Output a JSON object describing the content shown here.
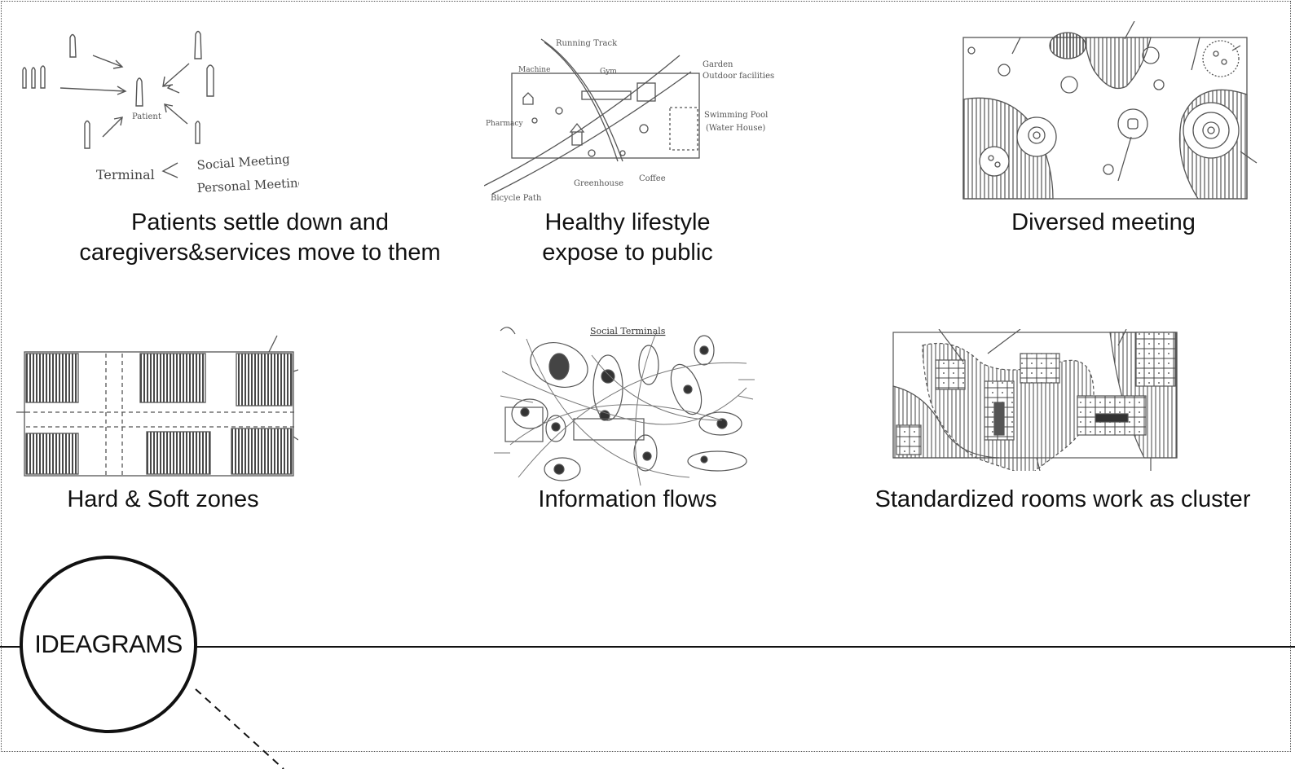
{
  "title": "IDEAGRAMS",
  "sketches": [
    {
      "id": "patients",
      "caption_lines": [
        "Patients settle down and",
        "caregivers&services move to them"
      ],
      "annotations": [
        "Patient",
        "Terminal",
        "Social Meeting",
        "Personal Meeting"
      ]
    },
    {
      "id": "lifestyle",
      "caption_lines": [
        "Healthy lifestyle",
        "expose to public"
      ],
      "annotations": [
        "Running Track",
        "Machine",
        "Gym",
        "Garden",
        "Outdoor facilities",
        "Pharmacy",
        "Swimming Pool",
        "(Water House)",
        "Greenhouse",
        "Coffee",
        "Bicycle Path"
      ]
    },
    {
      "id": "meeting",
      "caption_lines": [
        "Diversed meeting"
      ]
    },
    {
      "id": "zones",
      "caption_lines": [
        "Hard & Soft zones"
      ]
    },
    {
      "id": "flows",
      "caption_lines": [
        "Information flows"
      ],
      "annotations": [
        "Social Terminals"
      ]
    },
    {
      "id": "rooms",
      "caption_lines": [
        "Standardized rooms work as cluster"
      ]
    }
  ]
}
